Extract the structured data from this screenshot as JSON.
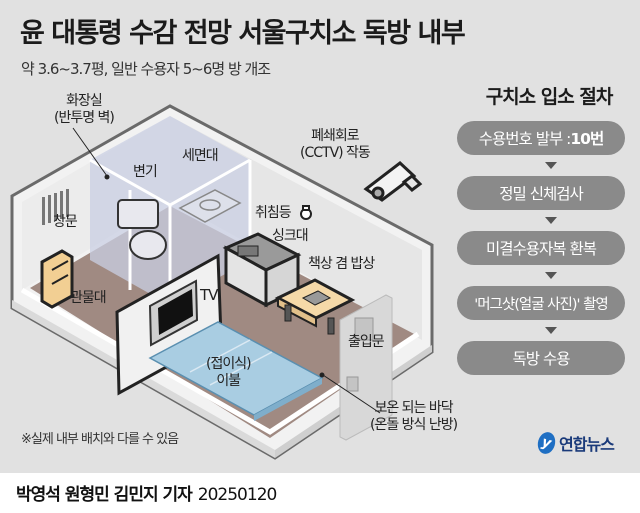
{
  "header": {
    "title": "윤 대통령 수감 전망 서울구치소 독방 내부",
    "subtitle": "약 3.6~3.7평, 일반 수용자 5~6명 방 개조"
  },
  "room_labels": {
    "toilet_room_line1": "화장실",
    "toilet_room_line2": "(반투명 벽)",
    "toilet": "변기",
    "washbasin": "세면대",
    "window": "창문",
    "shelf": "관물대",
    "tv": "TV",
    "night_light": "취침등",
    "sink": "싱크대",
    "desk": "책상 겸 밥상",
    "cctv_line1": "폐쇄회로",
    "cctv_line2": "(CCTV) 작동",
    "door": "출입문",
    "bedding_line1": "(접이식)",
    "bedding_line2": "이불",
    "floor_line1": "보온 되는 바닥",
    "floor_line2": "(온돌 방식 난방)"
  },
  "procedure": {
    "title": "구치소 입소 절차",
    "steps": [
      {
        "label": "수용번호 발부 : ",
        "emph": "10번"
      },
      {
        "label": "정밀 신체검사",
        "emph": ""
      },
      {
        "label": "미결수용자복 환복",
        "emph": ""
      },
      {
        "label": "'머그샷(얼굴 사진)' 촬영",
        "emph": ""
      },
      {
        "label": "독방 수용",
        "emph": ""
      }
    ]
  },
  "footer": {
    "note": "※실제 내부 배치와 다를 수 있음",
    "logo_mark": "y",
    "logo_text": "연합뉴스",
    "byline_names": "박영석 원형민 김민지 기자",
    "byline_date": "20250120"
  },
  "colors": {
    "panel_bg": "#e1e1e1",
    "step_bg": "#8a8a8a",
    "floor": "#a08a82",
    "bedding": "#a9cde2",
    "desk": "#f5d9a8",
    "logo_blue": "#1f6fc3"
  }
}
